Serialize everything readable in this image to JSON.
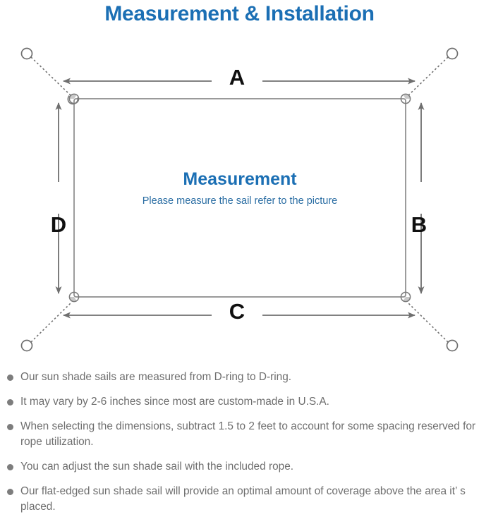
{
  "title": "Measurement & Installation",
  "colors": {
    "title_blue": "#1b6fb4",
    "subtitle_blue": "#2a6da3",
    "line_gray": "#7a7a7a",
    "rect_gray": "#8a8a8a",
    "text_gray": "#6e6e6e",
    "letter_black": "#101010",
    "background": "#ffffff"
  },
  "diagram": {
    "center": {
      "heading": "Measurement",
      "subtitle": "Please measure the sail refer to the picture"
    },
    "dimensions": {
      "top": "A",
      "right": "B",
      "bottom": "C",
      "left": "D"
    },
    "anchor_count": 4,
    "dring_count": 4
  },
  "notes": [
    "Our sun shade sails are measured from D-ring to D-ring.",
    "It may vary by 2-6 inches since most are custom-made in U.S.A.",
    "When selecting the dimensions, subtract 1.5 to 2 feet to account for some spacing reserved for rope utilization.",
    "You can adjust the sun shade sail with the included rope.",
    "Our flat-edged sun shade sail will provide an optimal amount of coverage above the area it’ s placed."
  ]
}
